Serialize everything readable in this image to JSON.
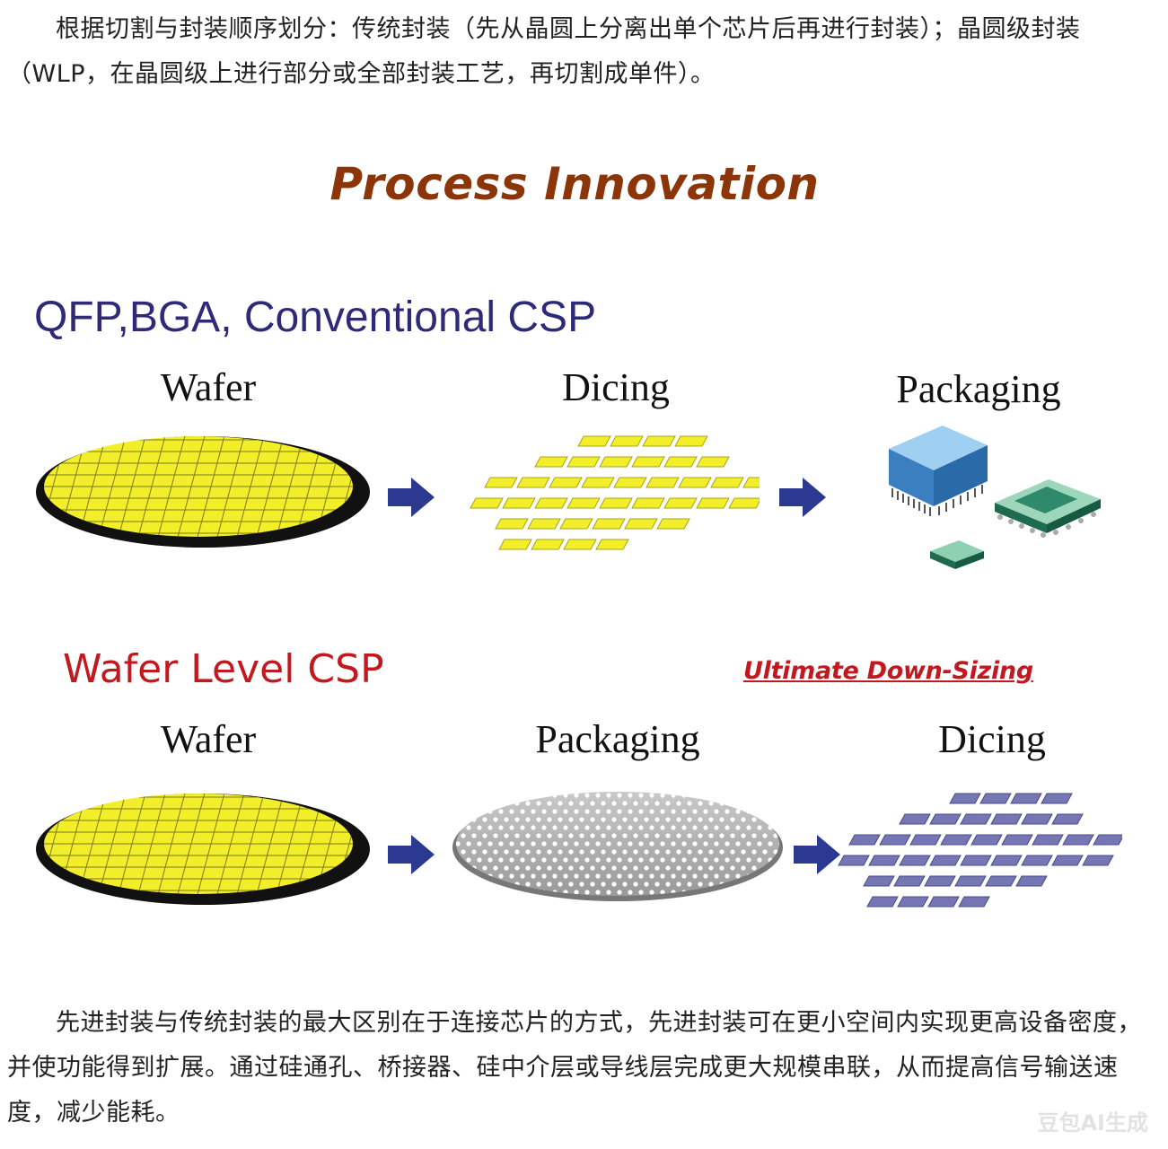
{
  "intro_paragraph": "根据切割与封装顺序划分：传统封装（先从晶圆上分离出单个芯片后再进行封装）；晶圆级封装（WLP，在晶圆级上进行部分或全部封装工艺，再切割成单件）。",
  "figure": {
    "title": "Process Innovation",
    "conventional": {
      "heading": "QFP,BGA, Conventional CSP",
      "steps": [
        "Wafer",
        "Dicing",
        "Packaging"
      ]
    },
    "wafer_level": {
      "heading": "Wafer Level CSP",
      "note": "Ultimate Down-Sizing",
      "steps": [
        "Wafer",
        "Packaging",
        "Dicing"
      ]
    },
    "icons": [
      "wafer-icon",
      "arrow-right-icon",
      "diced-chips-icon",
      "packaged-chips-icon",
      "bumped-wafer-icon"
    ],
    "colors": {
      "wafer_yellow": "#f2ee2a",
      "wafer_rim": "#111111",
      "arrow_blue": "#2b3990",
      "diced_chip_purple": "#7676b4",
      "package_blue": "#5aa7e0",
      "package_green": "#2f8a6b"
    }
  },
  "summary_paragraph": "先进封装与传统封装的最大区别在于连接芯片的方式，先进封装可在更小空间内实现更高设备密度，并使功能得到扩展。通过硅通孔、桥接器、硅中介层或导线层完成更大规模串联，从而提高信号输送速度，减少能耗。",
  "watermark": "豆包AI生成"
}
